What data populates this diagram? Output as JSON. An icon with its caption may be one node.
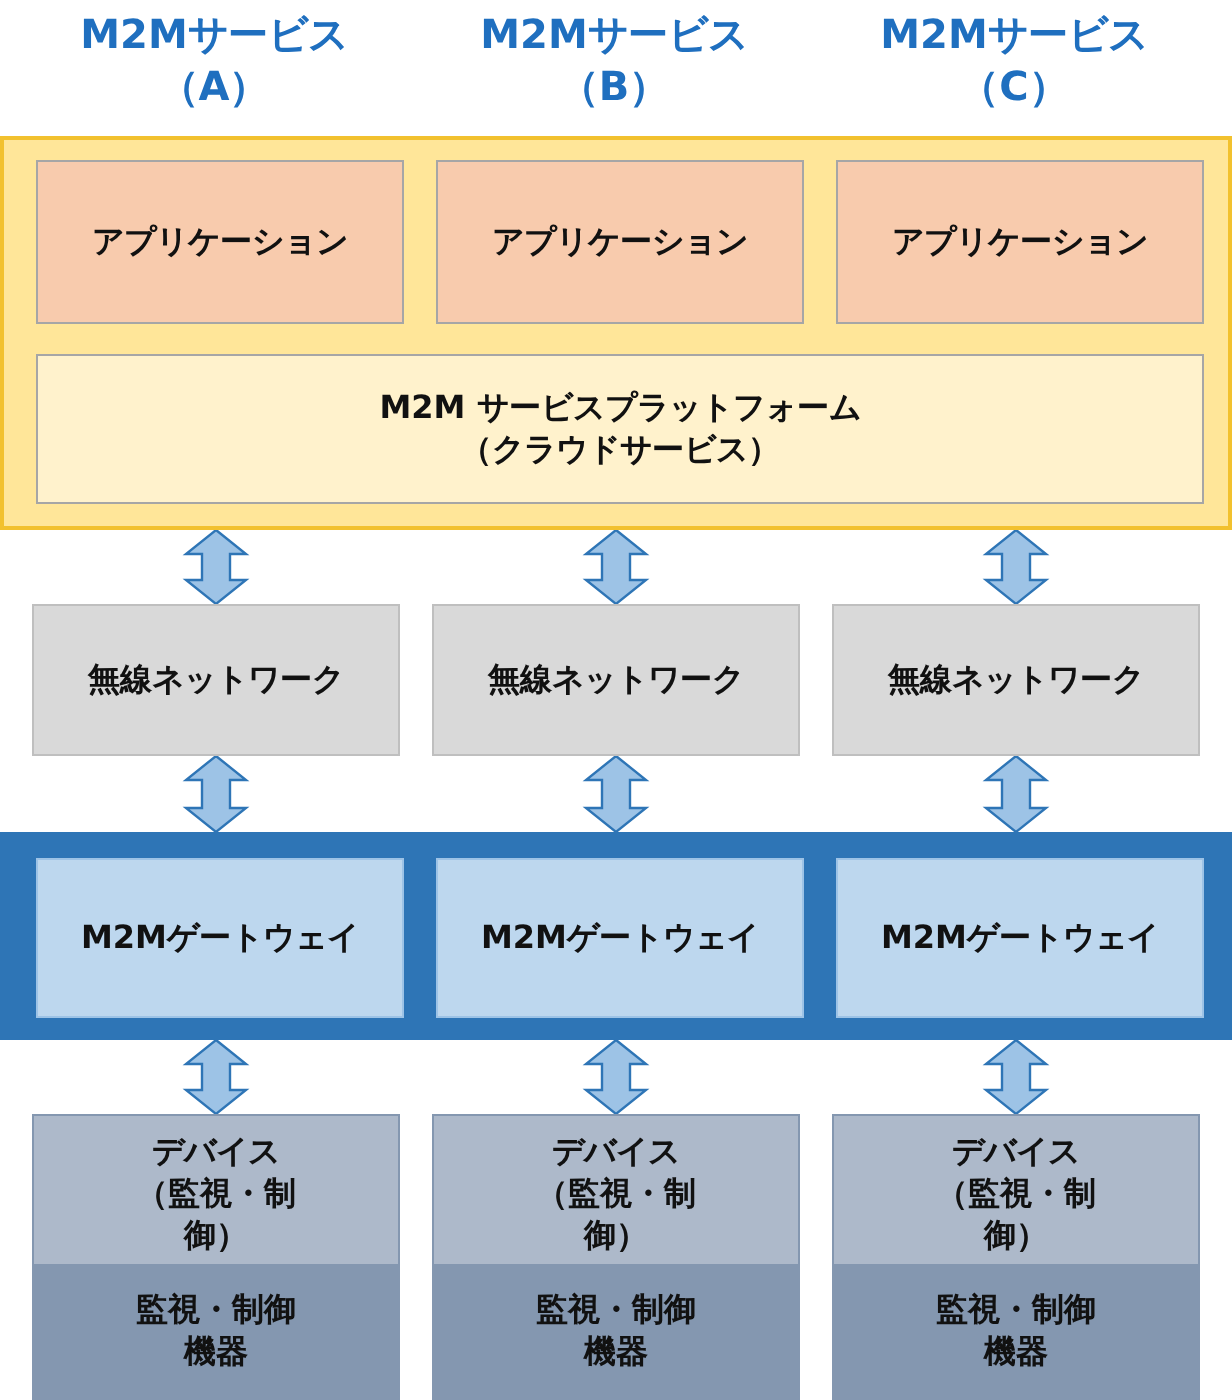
{
  "diagram": {
    "nodes": [
      {
        "text": [],
        "shape": "box"
      },
      {
        "text": [
          "アプリケーション"
        ],
        "in": 0
      },
      {
        "text": [
          "アプリケーション"
        ],
        "in": 0
      },
      {
        "text": [
          "アプリケーション"
        ],
        "in": 0
      },
      {
        "text": [
          "M2M サービスプラットフォーム（クラウドサービス）"
        ],
        "in": 0
      },
      {
        "text": [
          "無線ネットワーク"
        ]
      },
      {
        "text": [
          "無線ネットワーク"
        ]
      },
      {
        "text": [
          "無線ネットワーク"
        ]
      },
      {
        "text": [],
        "shape": "box"
      },
      {
        "text": [
          "M2Mゲートウェイ"
        ],
        "in": 8
      },
      {
        "text": [
          "M2Mゲートウェイ"
        ],
        "in": 8
      },
      {
        "text": [
          "M2Mゲートウェイ"
        ],
        "in": 8
      },
      {
        "text": [
          "デバイス（監視・制御）"
        ]
      },
      {
        "text": [
          "監視・制御機器"
        ],
        "in": 12
      },
      {
        "text": [
          "デバイス（監視・制御）"
        ]
      },
      {
        "text": [
          "監視・制御機器"
        ],
        "in": 14
      },
      {
        "text": [
          "デバイス（監視・制御）"
        ]
      },
      {
        "text": [
          "監視・制御機器"
        ],
        "in": 16
      }
    ],
    "edges": [
      {
        "from": 0,
        "to": 5,
        "arrow": "both"
      },
      {
        "from": 0,
        "to": 6,
        "arrow": "both"
      },
      {
        "from": 0,
        "to": 7,
        "arrow": "both"
      },
      {
        "from": 5,
        "to": 8,
        "arrow": "both"
      },
      {
        "from": 6,
        "to": 8,
        "arrow": "both"
      },
      {
        "from": 7,
        "to": 8,
        "arrow": "both"
      },
      {
        "from": 8,
        "to": 12,
        "arrow": "both"
      },
      {
        "from": 8,
        "to": 14,
        "arrow": "both"
      },
      {
        "from": 8,
        "to": 16,
        "arrow": "both"
      }
    ],
    "labels": [
      "M2Mサービス（A）",
      "M2Mサービス（B）",
      "M2Mサービス（C）"
    ]
  }
}
